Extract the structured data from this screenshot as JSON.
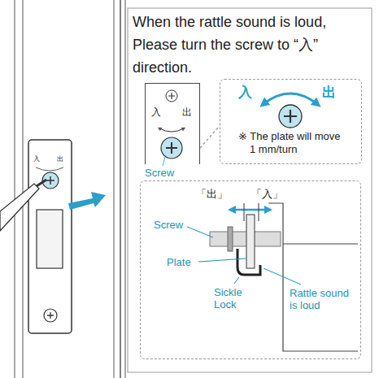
{
  "diagram": {
    "nodes": [
      {
        "text": [
          "When the rattle sound is loud, Please turn the screw to “入” direction."
        ]
      },
      {
        "text": [
          "入",
          "出"
        ],
        "in": 0
      },
      {
        "text": [
          "入",
          "出",
          "※ The plate will move 1 mm/turn"
        ],
        "in": 0
      },
      {
        "text": [
          "「出」",
          "「入」",
          "Screw",
          "Plate",
          "Sickle Lock",
          "Rattle sound is loud"
        ],
        "in": 0
      }
    ],
    "edges": [
      {
        "from": 1,
        "to": 2,
        "arrow": "none"
      }
    ],
    "labels": [
      "入",
      "出",
      "Screw"
    ]
  }
}
